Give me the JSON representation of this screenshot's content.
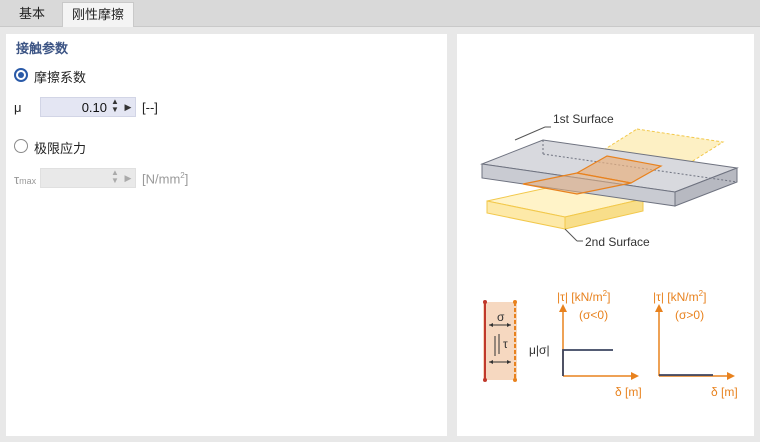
{
  "tabs": [
    {
      "label": "基本",
      "active": false
    },
    {
      "label": "刚性摩擦",
      "active": true
    }
  ],
  "left": {
    "section_title": "接触参数",
    "options": {
      "friction_coefficient": {
        "label": "摩擦系数",
        "selected": true
      },
      "limit_stress": {
        "label": "极限应力",
        "selected": false
      }
    },
    "mu": {
      "symbol": "μ",
      "value": "0.10",
      "unit": "[--]"
    },
    "tau_max": {
      "symbol": "τ",
      "subscript": "max",
      "value": "",
      "unit_prefix": "[N/mm",
      "unit_sup": "2",
      "unit_suffix": "]",
      "enabled": false
    }
  },
  "diagram": {
    "label_top": "1st Surface",
    "label_bottom": "2nd Surface",
    "chart_left": {
      "ylabel": "|τ| [kN/m",
      "ylabel_sup": "2",
      "ylabel_end": "]",
      "condition": "(σ<0)",
      "level_label": "μ|σ|",
      "xlabel": "δ [m]"
    },
    "chart_right": {
      "ylabel": "|τ| [kN/m",
      "ylabel_sup": "2",
      "ylabel_end": "]",
      "condition": "(σ>0)",
      "xlabel": "δ [m]"
    },
    "element_labels": {
      "sigma": "σ",
      "tau": "τ"
    },
    "colors": {
      "accent": "#e8821e",
      "surface1": "#c9cbd2",
      "surface2": "#fde9a8",
      "contact": "#e8b080"
    }
  }
}
